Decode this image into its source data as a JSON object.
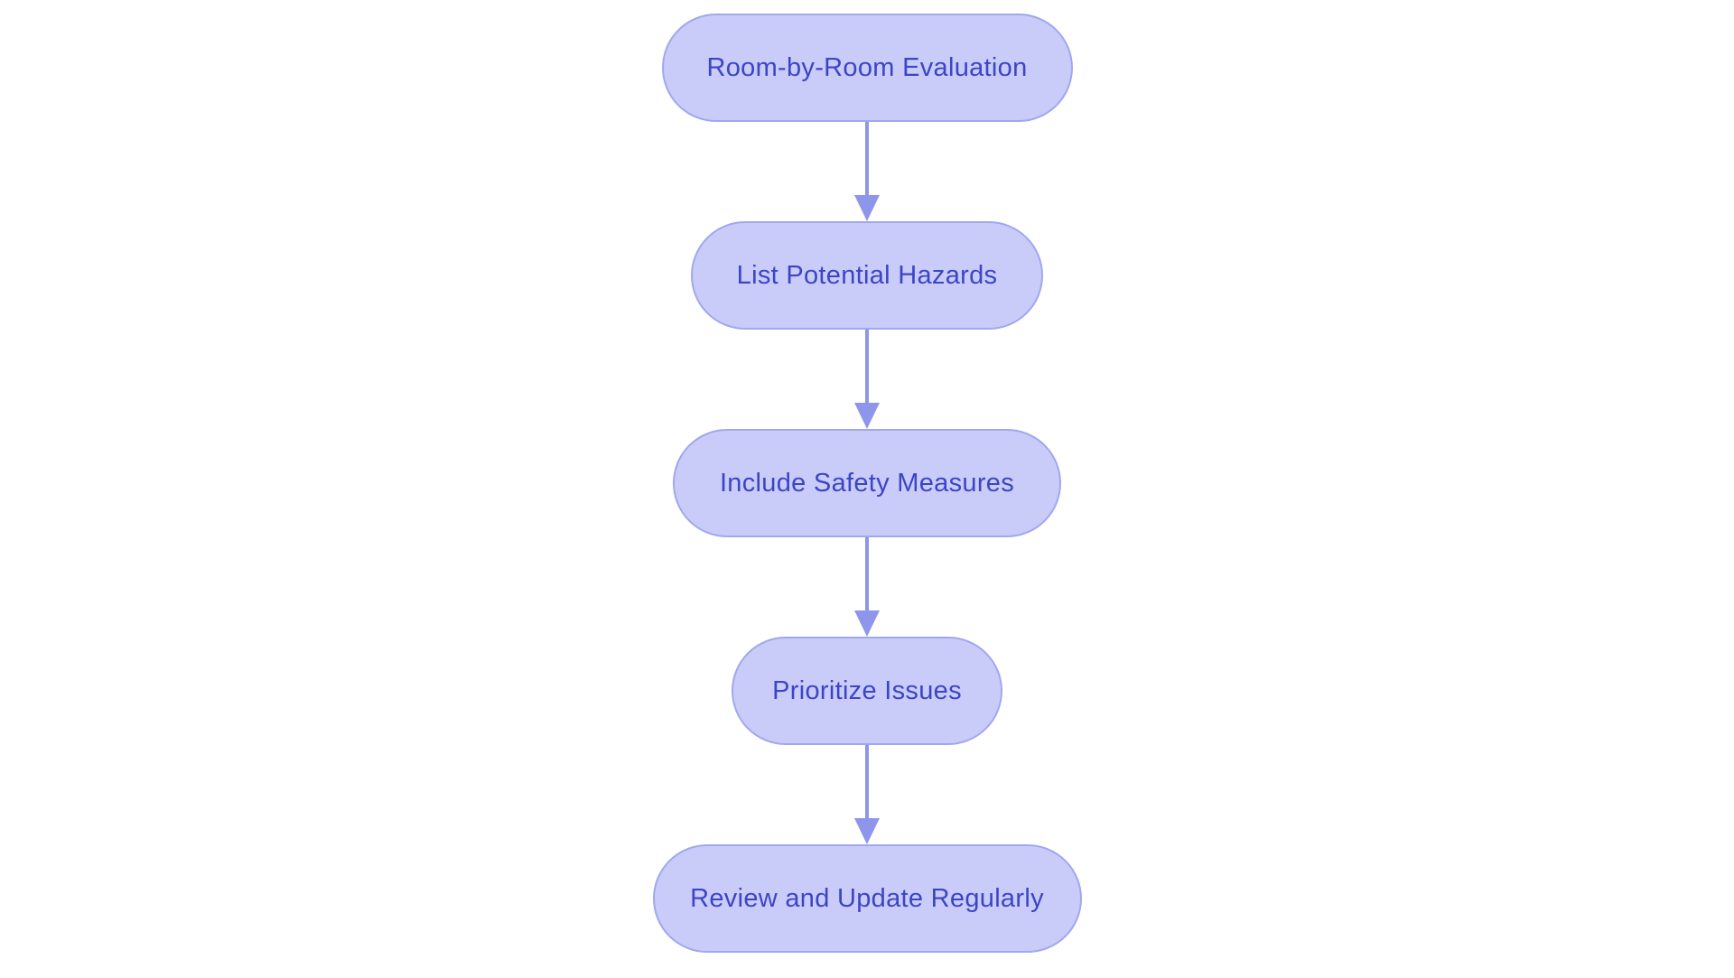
{
  "diagram": {
    "type": "flowchart",
    "direction": "top-down",
    "nodes": [
      {
        "label": "Room-by-Room Evaluation"
      },
      {
        "label": "List Potential Hazards"
      },
      {
        "label": "Include Safety Measures"
      },
      {
        "label": "Prioritize Issues"
      },
      {
        "label": "Review and Update Regularly"
      }
    ],
    "edges": [
      {
        "from": "Room-by-Room Evaluation",
        "to": "List Potential Hazards"
      },
      {
        "from": "List Potential Hazards",
        "to": "Include Safety Measures"
      },
      {
        "from": "Include Safety Measures",
        "to": "Prioritize Issues"
      },
      {
        "from": "Prioritize Issues",
        "to": "Review and Update Regularly"
      }
    ],
    "colors": {
      "background": "#ffffff",
      "node_fill": "#c9ccf8",
      "node_border": "#a0a7f0",
      "node_text": "#3c45c5",
      "arrow": "#8e96eb"
    }
  }
}
